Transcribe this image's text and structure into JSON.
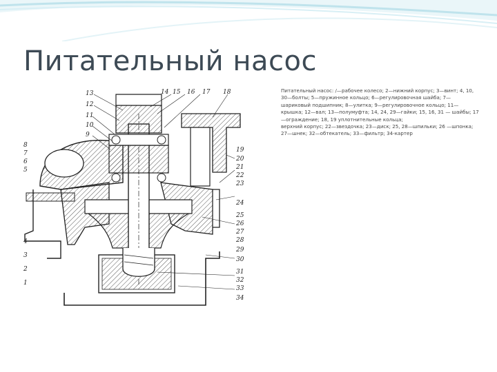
{
  "slide": {
    "title": "Питательный насос",
    "caption_lines": [
      "Питательный насос: /—рабочее колесо; 2—нижний корпус; 3—винт; 4, 10, 30—болты; 5—пружинное кольцо; 6—регулировочная шайба; 7—шариковый подшипник; 8—улитка; 9—регулировочное кольцо; 11— крышка; 12—вал; 13—полумуфта; 14, 24, 29—гайки; 15, 16, 31 — шайбы; 17—ограждение; 18, 19 уплотнительные кольца;",
      "верхний корпус; 22—звездочка; 23—диск; 25, 28—шпильки; 26 —шпонка; 27—шнек; 32—обтекатель; 33—фильтр; 34-картер"
    ]
  },
  "drawing": {
    "labels_left": [
      "13",
      "12",
      "11",
      "10",
      "9",
      "8",
      "7",
      "6",
      "5",
      "4",
      "3",
      "2",
      "1"
    ],
    "labels_top": [
      "14",
      "15",
      "16",
      "17",
      "18"
    ],
    "labels_right": [
      "19",
      "20",
      "21",
      "22",
      "23",
      "24",
      "25",
      "26",
      "27",
      "28",
      "29",
      "30",
      "31",
      "32",
      "33",
      "34"
    ]
  }
}
